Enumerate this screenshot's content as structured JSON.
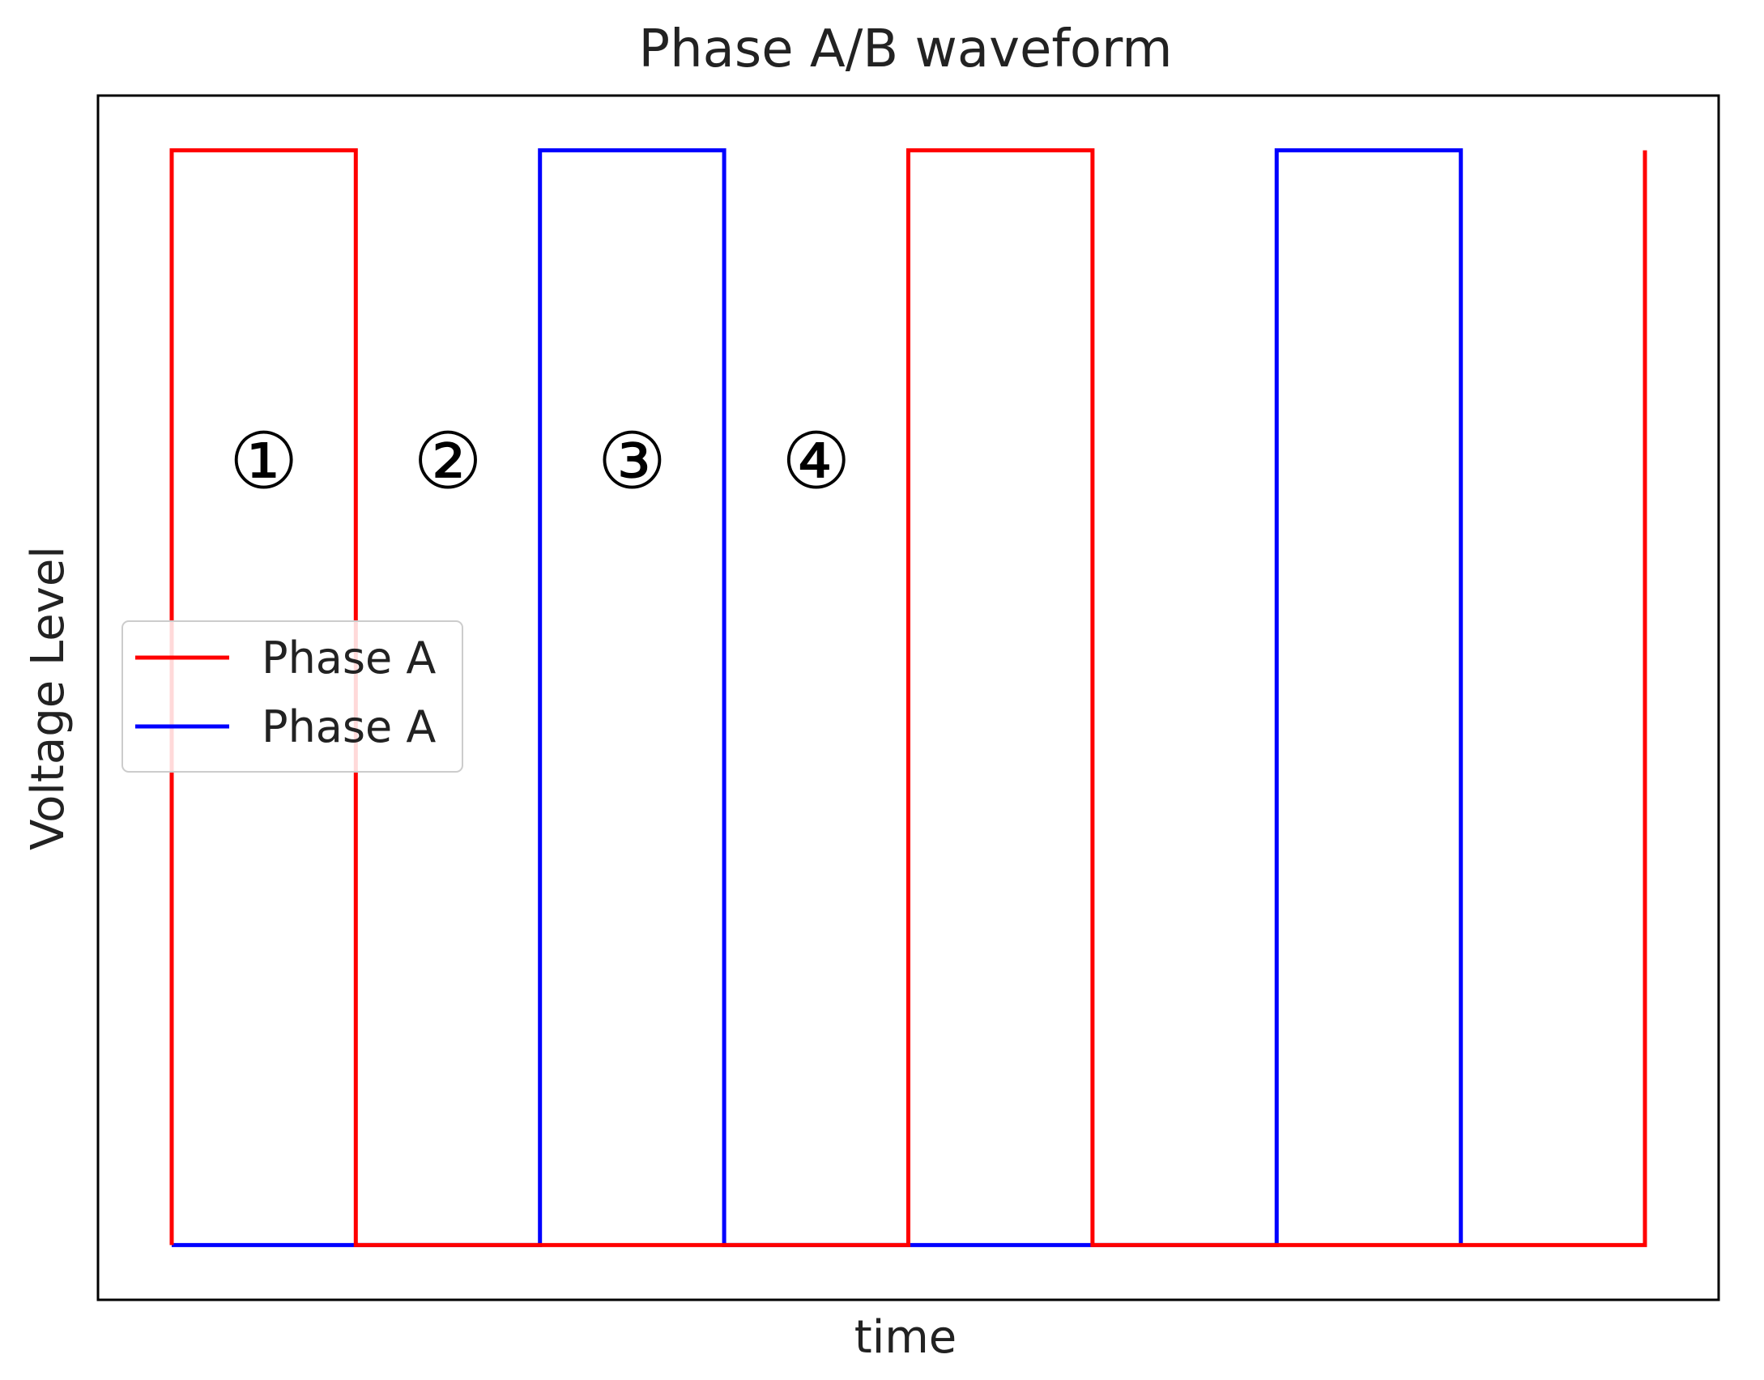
{
  "chart_data": {
    "type": "line",
    "title": "Phase A/B waveform",
    "xlabel": "time",
    "ylabel": "Voltage Level",
    "xlim": [
      -0.4,
      8.4
    ],
    "ylim": [
      -0.05,
      1.05
    ],
    "grid": false,
    "legend_position": "center-left",
    "series": [
      {
        "name": "Phase A",
        "color": "#ff0000",
        "x": [
          0,
          0,
          1,
          1,
          4,
          4,
          5,
          5,
          8,
          8
        ],
        "y": [
          0,
          1,
          1,
          0,
          0,
          1,
          1,
          0,
          0,
          1
        ]
      },
      {
        "name": "Phase A",
        "color": "#0000ff",
        "x": [
          0,
          2,
          2,
          3,
          3,
          6,
          6,
          7,
          7
        ],
        "y": [
          0,
          0,
          1,
          1,
          0,
          0,
          1,
          1,
          0
        ]
      }
    ],
    "annotations": [
      {
        "text": "①",
        "x": 0.5,
        "y": 0.71
      },
      {
        "text": "②",
        "x": 1.5,
        "y": 0.71
      },
      {
        "text": "③",
        "x": 2.5,
        "y": 0.71
      },
      {
        "text": "④",
        "x": 3.5,
        "y": 0.71
      }
    ],
    "draw_order": [
      1,
      0
    ]
  }
}
